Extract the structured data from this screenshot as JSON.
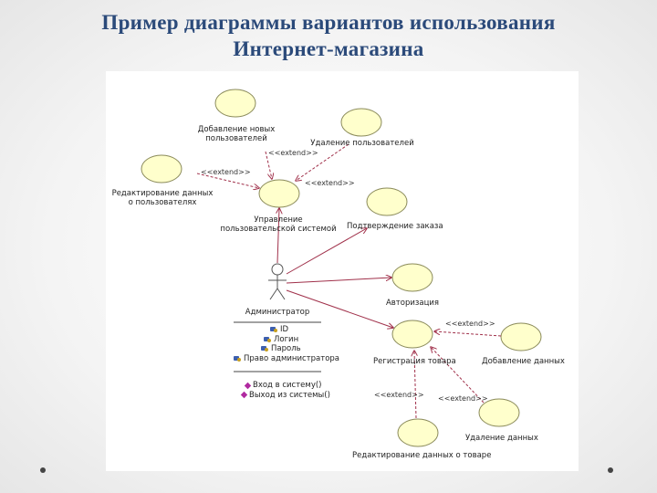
{
  "title": {
    "line1": "Пример диаграммы вариантов использования",
    "line2": "Интернет-магазина"
  },
  "diagram": {
    "actor": {
      "name": "Администратор"
    },
    "attributes": [
      "ID",
      "Логин",
      "Пароль",
      "Право администратора"
    ],
    "operations": [
      "Вход в систему()",
      "Выход из системы()"
    ],
    "use_cases": {
      "add_users": "Добавление новых пользователей",
      "delete_users": "Удаление пользователей",
      "edit_user_data": "Редактирование данных о пользователях",
      "user_management": "Управление пользовательской системой",
      "order_confirmation": "Подтверждение заказа",
      "authorization": "Авторизация",
      "product_registration": "Регистрация товара",
      "add_data": "Добавление данных",
      "delete_data": "Удаление данных",
      "edit_product_data": "Редактирование данных о товаре"
    },
    "stereotype": "<<extend>>",
    "colors": {
      "use_case_fill": "#ffffcc",
      "use_case_stroke": "#8a8a5a",
      "association": "#a0304a",
      "extend": "#a0304a",
      "title": "#2b4a7a"
    }
  }
}
